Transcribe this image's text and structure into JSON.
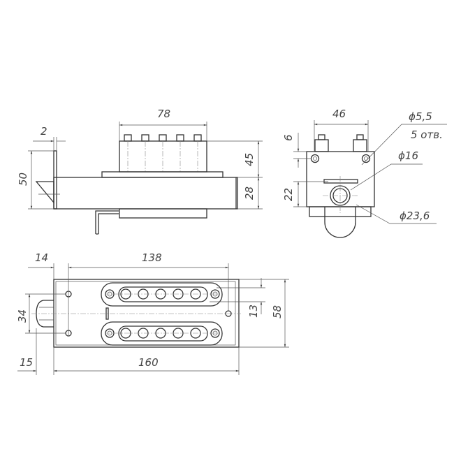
{
  "front_view": {
    "width_top": "78",
    "plate_thickness": "2",
    "height_total": "50",
    "height_buttons": "45",
    "height_body": "28"
  },
  "side_view": {
    "width": "46",
    "offset_top": "6",
    "offset_ring": "22",
    "hole_dia": "ϕ5,5",
    "hole_count": "5 отв.",
    "inner_dia": "ϕ16",
    "outer_dia": "ϕ23,6"
  },
  "top_view": {
    "offset_left": "14",
    "hole_span": "138",
    "knob_length": "15",
    "length": "160",
    "hole_spacing": "34",
    "row_offset": "13",
    "width": "58"
  }
}
